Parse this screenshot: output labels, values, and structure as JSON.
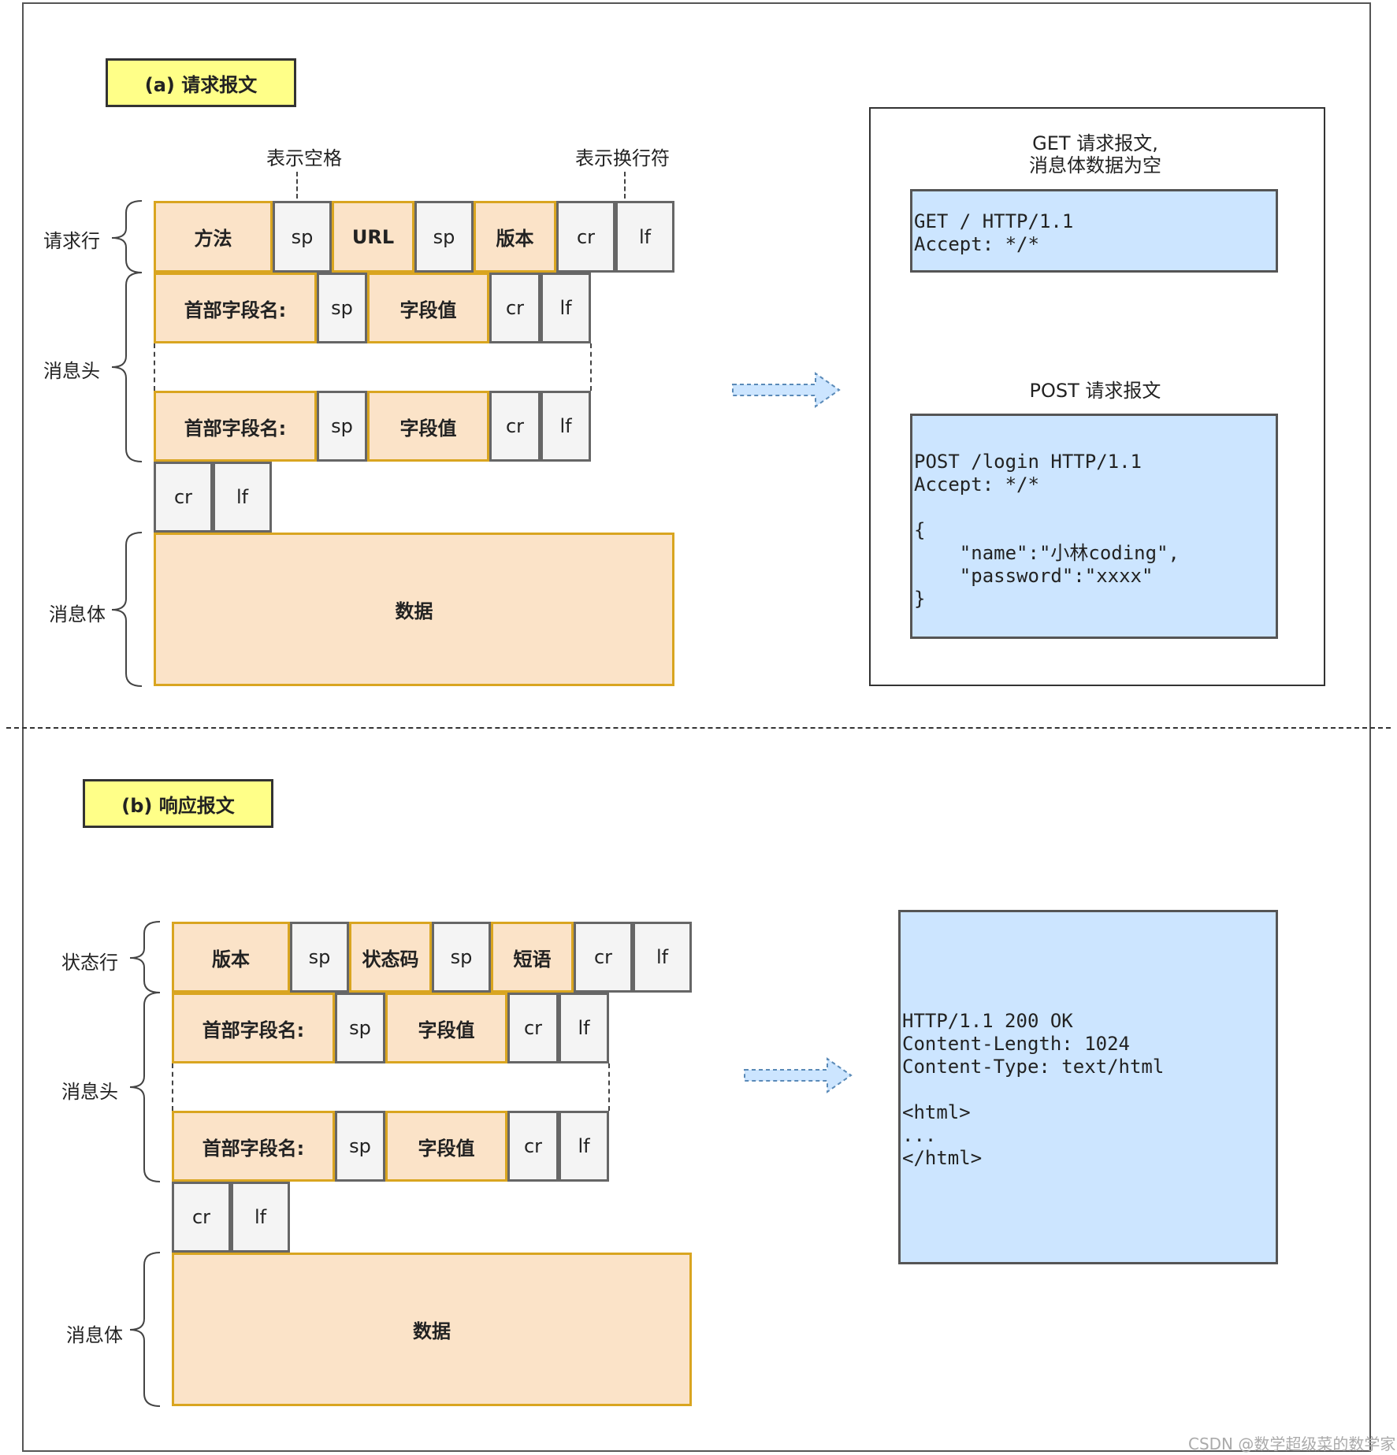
{
  "request": {
    "title": "(a) 请求报文",
    "annotations": {
      "space": "表示空格",
      "newline": "表示换行符"
    },
    "side_labels": {
      "line": "请求行",
      "header": "消息头",
      "body": "消息体"
    },
    "request_line": [
      "方法",
      "sp",
      "URL",
      "sp",
      "版本",
      "cr",
      "lf"
    ],
    "header_row": [
      "首部字段名:",
      "sp",
      "字段值",
      "cr",
      "lf"
    ],
    "crlf": [
      "cr",
      "lf"
    ],
    "body": "数据",
    "examples": {
      "get_caption_1": "GET 请求报文,",
      "get_caption_2": "消息体数据为空",
      "get_code": "GET / HTTP/1.1\nAccept: */*",
      "post_caption": "POST 请求报文",
      "post_code": "POST /login HTTP/1.1\nAccept: */*\n\n{\n    \"name\":\"小林coding\",\n    \"password\":\"xxxx\"\n}"
    }
  },
  "response": {
    "title": "(b) 响应报文",
    "side_labels": {
      "line": "状态行",
      "header": "消息头",
      "body": "消息体"
    },
    "status_line": [
      "版本",
      "sp",
      "状态码",
      "sp",
      "短语",
      "cr",
      "lf"
    ],
    "header_row": [
      "首部字段名:",
      "sp",
      "字段值",
      "cr",
      "lf"
    ],
    "crlf": [
      "cr",
      "lf"
    ],
    "body": "数据",
    "example_code": "HTTP/1.1 200 OK\nContent-Length: 1024\nContent-Type: text/html\n\n<html>\n...\n</html>"
  },
  "watermark": "CSDN @数学超级菜的数学家",
  "colors": {
    "field": "#fbe3c8",
    "field_border": "#d9a520",
    "delimiter": "#f4f4f4",
    "example": "#cce5ff",
    "title": "#ffff88"
  }
}
